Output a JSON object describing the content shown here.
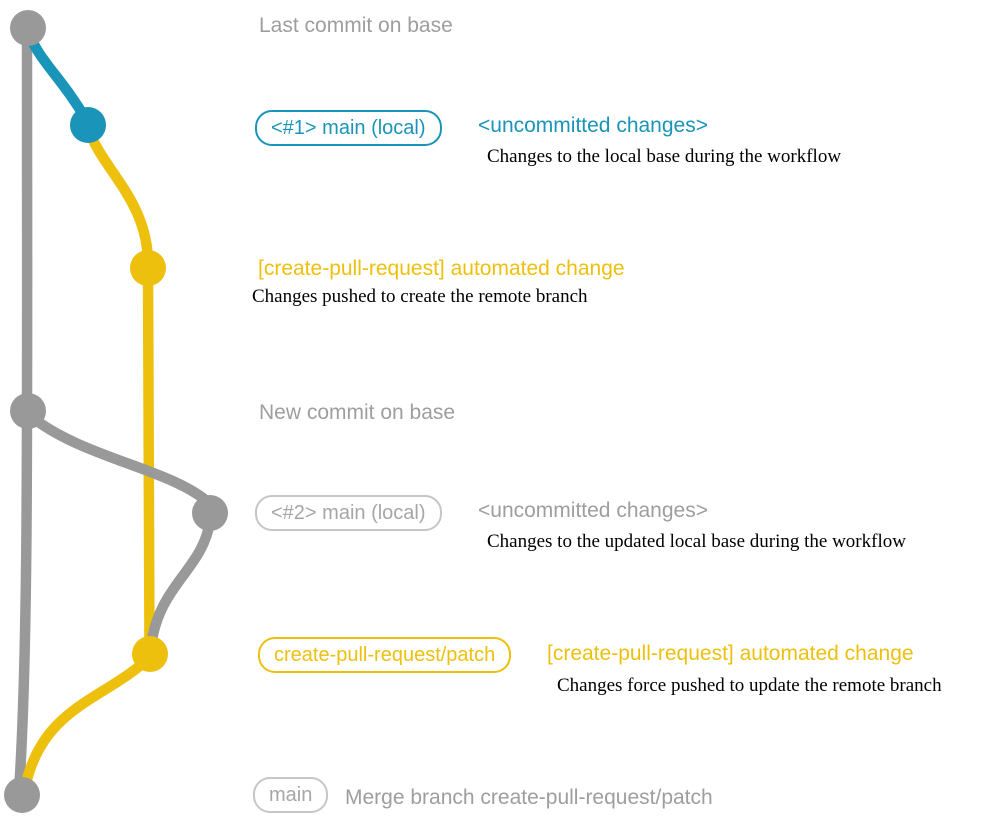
{
  "title": "create-pull-request action git workflow diagram",
  "colors": {
    "gray": "#999999",
    "gray_text": "#9e9e9e",
    "gray_label": "#a6a6a6",
    "gray_border": "#c6c6c6",
    "teal": "#1a94b8",
    "yellow": "#eec00e",
    "ink": "#000000",
    "bg": "#ffffff"
  },
  "graph": {
    "branches": [
      {
        "name": "base (main remote)",
        "color": "#999999"
      },
      {
        "name": "main (local) pass 1",
        "color": "#1a94b8"
      },
      {
        "name": "create-pull-request/patch",
        "color": "#eec00e"
      },
      {
        "name": "main (local) pass 2",
        "color": "#999999"
      }
    ],
    "commit_count": 7
  },
  "sections": {
    "last_commit": {
      "text": "Last commit on base"
    },
    "pass1": {
      "label": "<#1> main (local)",
      "headline": "<uncommitted changes>",
      "description": "Changes to the local base during the workflow"
    },
    "push1": {
      "headline": "[create-pull-request] automated change",
      "description": "Changes pushed to create the remote branch"
    },
    "new_commit": {
      "text": "New commit on base"
    },
    "pass2": {
      "label": "<#2> main (local)",
      "headline": "<uncommitted changes>",
      "description": "Changes to the updated local base during the workflow"
    },
    "push2": {
      "label": "create-pull-request/patch",
      "headline": "[create-pull-request] automated change",
      "description": "Changes force pushed to update the remote branch"
    },
    "merge": {
      "label": "main",
      "text": "Merge branch create-pull-request/patch"
    }
  }
}
